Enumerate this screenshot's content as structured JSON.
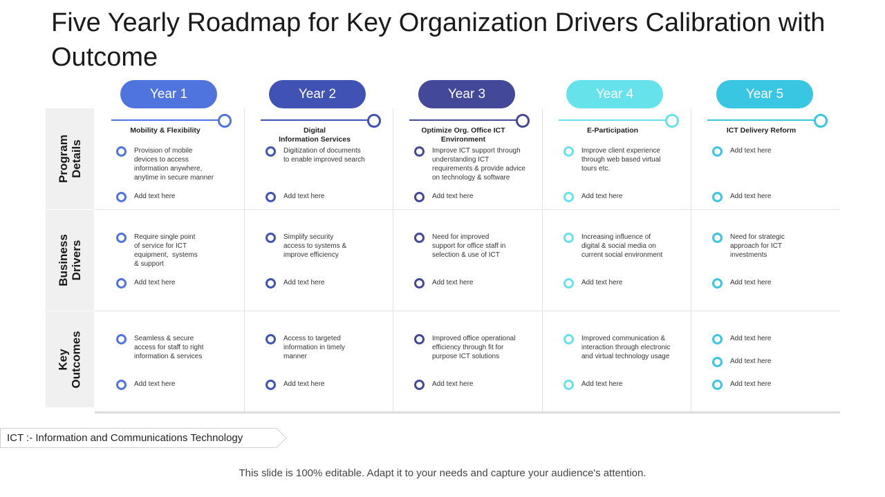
{
  "title": "Five Yearly Roadmap for Key Organization Drivers Calibration with Outcome",
  "years": [
    {
      "label": "Year 1",
      "color": "#4f74dd"
    },
    {
      "label": "Year 2",
      "color": "#4152b5"
    },
    {
      "label": "Year 3",
      "color": "#434898"
    },
    {
      "label": "Year 4",
      "color": "#66e3ea"
    },
    {
      "label": "Year 5",
      "color": "#39c6e3"
    }
  ],
  "row_labels": [
    "Program\nDetails",
    "Business\nDrivers",
    "Key\nOutcomes"
  ],
  "columns": [
    {
      "header": "Mobility & Flexibility",
      "accent": "#4f74dd",
      "program": [
        "Provision of mobile\ndevices to access\ninformation anywhere,\nanytime in secure manner",
        "Add text here"
      ],
      "business": [
        "Require single point\nof service for ICT\nequipment,  systems\n& support",
        "Add text here"
      ],
      "outcomes": [
        "Seamless & secure\naccess for staff to right\ninformation & services",
        "Add text here"
      ]
    },
    {
      "header": "Digital\nInformation Services",
      "accent": "#4152b5",
      "program": [
        "Digitization of documents\nto enable improved search",
        "Add text here"
      ],
      "business": [
        "Simplify security\naccess to systems &\nimprove efficiency",
        "Add text here"
      ],
      "outcomes": [
        "Access to targeted\ninformation in timely\nmanner",
        "Add text here"
      ]
    },
    {
      "header": "Optimize Org. Office ICT\nEnvironment",
      "accent": "#434898",
      "program": [
        "Improve ICT support through\nunderstanding ICT\nrequirements & provide advice\non technology & software",
        "Add text here"
      ],
      "business": [
        "Need for improved\nsupport for office staff in\nselection & use of ICT",
        "Add text here"
      ],
      "outcomes": [
        "Improved office operational\nefficiency through fit for\npurpose ICT solutions",
        "Add text here"
      ]
    },
    {
      "header": "E-Participation",
      "accent": "#66e3ea",
      "program": [
        "Improve client experience\nthrough web based virtual\ntours etc.",
        "Add text here"
      ],
      "business": [
        "Increasing influence of\ndigital & social media on\ncurrent social environment",
        "Add text here"
      ],
      "outcomes": [
        "Improved communication &\ninteraction through electronic\nand virtual technology usage",
        "Add text here"
      ]
    },
    {
      "header": "ICT Delivery Reform",
      "accent": "#39c6e3",
      "program": [
        "Add text here",
        "Add text here"
      ],
      "business": [
        "Need for strategic\napproach for ICT\ninvestments",
        "Add text here"
      ],
      "outcomes": [
        "Add text here",
        "Add text here",
        "Add text here"
      ]
    }
  ],
  "ict_note": "ICT :- Information  and Communications Technology",
  "footer": "This slide is 100% editable. Adapt it to your needs and capture your audience's attention."
}
